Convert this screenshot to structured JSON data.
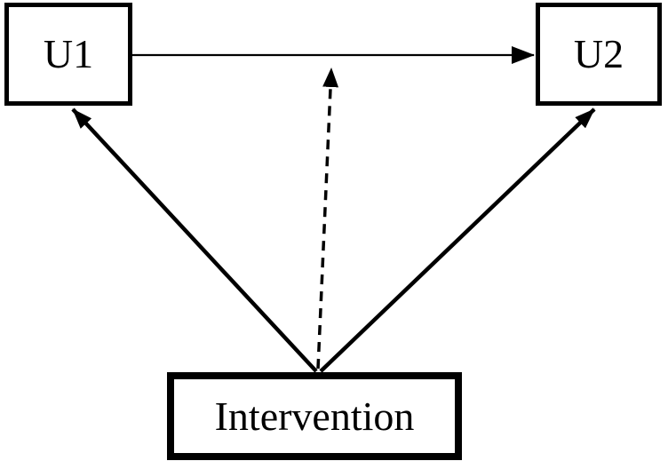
{
  "diagram": {
    "background_color": "#ffffff",
    "line_color": "#000000",
    "nodes": {
      "u1": {
        "label": "U1",
        "border": "thin"
      },
      "u2": {
        "label": "U2",
        "border": "thin"
      },
      "intervention": {
        "label": "Intervention",
        "border": "thick"
      }
    },
    "edges": [
      {
        "from": "U1",
        "to": "U2",
        "style": "solid",
        "weight": "thin"
      },
      {
        "from": "Intervention",
        "to": "U1",
        "style": "solid",
        "weight": "thick"
      },
      {
        "from": "Intervention",
        "to": "U2",
        "style": "solid",
        "weight": "thick"
      },
      {
        "from": "Intervention",
        "to": "U1-U2 arrow (path midpoint)",
        "style": "dashed",
        "weight": "thick"
      }
    ]
  }
}
